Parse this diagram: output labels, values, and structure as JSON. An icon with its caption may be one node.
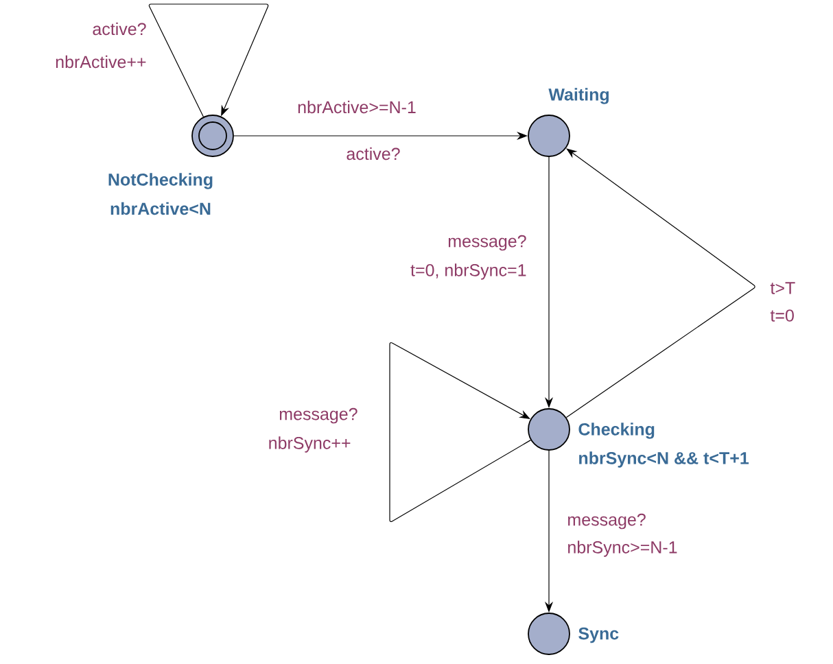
{
  "diagram": {
    "nodes": [
      {
        "text": [],
        "shape": "circle",
        "beside": [
          "NotChecking",
          "nbrActive<N"
        ]
      },
      {
        "text": [],
        "shape": "circle",
        "beside": [
          "Waiting"
        ]
      },
      {
        "text": [],
        "shape": "circle",
        "beside": [
          "Checking",
          "nbrSync<N && t<T+1"
        ]
      },
      {
        "text": [],
        "shape": "circle",
        "beside": [
          "Sync"
        ]
      }
    ],
    "edges": [
      {
        "from": 0,
        "to": 0,
        "arrow": "to",
        "label": [
          "active?",
          "nbrActive++"
        ]
      },
      {
        "from": 0,
        "to": 1,
        "arrow": "to",
        "label": [
          "nbrActive>=N-1",
          "active?"
        ]
      },
      {
        "from": 1,
        "to": 2,
        "arrow": "to",
        "label": [
          "message?",
          "t=0, nbrSync=1"
        ]
      },
      {
        "from": 2,
        "to": 1,
        "arrow": "to",
        "label": [
          "t>T",
          "t=0"
        ]
      },
      {
        "from": 2,
        "to": 2,
        "arrow": "to",
        "label": [
          "message?",
          "nbrSync++"
        ]
      },
      {
        "from": 2,
        "to": 3,
        "arrow": "to",
        "label": [
          "message?",
          "nbrSync>=N-1"
        ]
      }
    ]
  }
}
